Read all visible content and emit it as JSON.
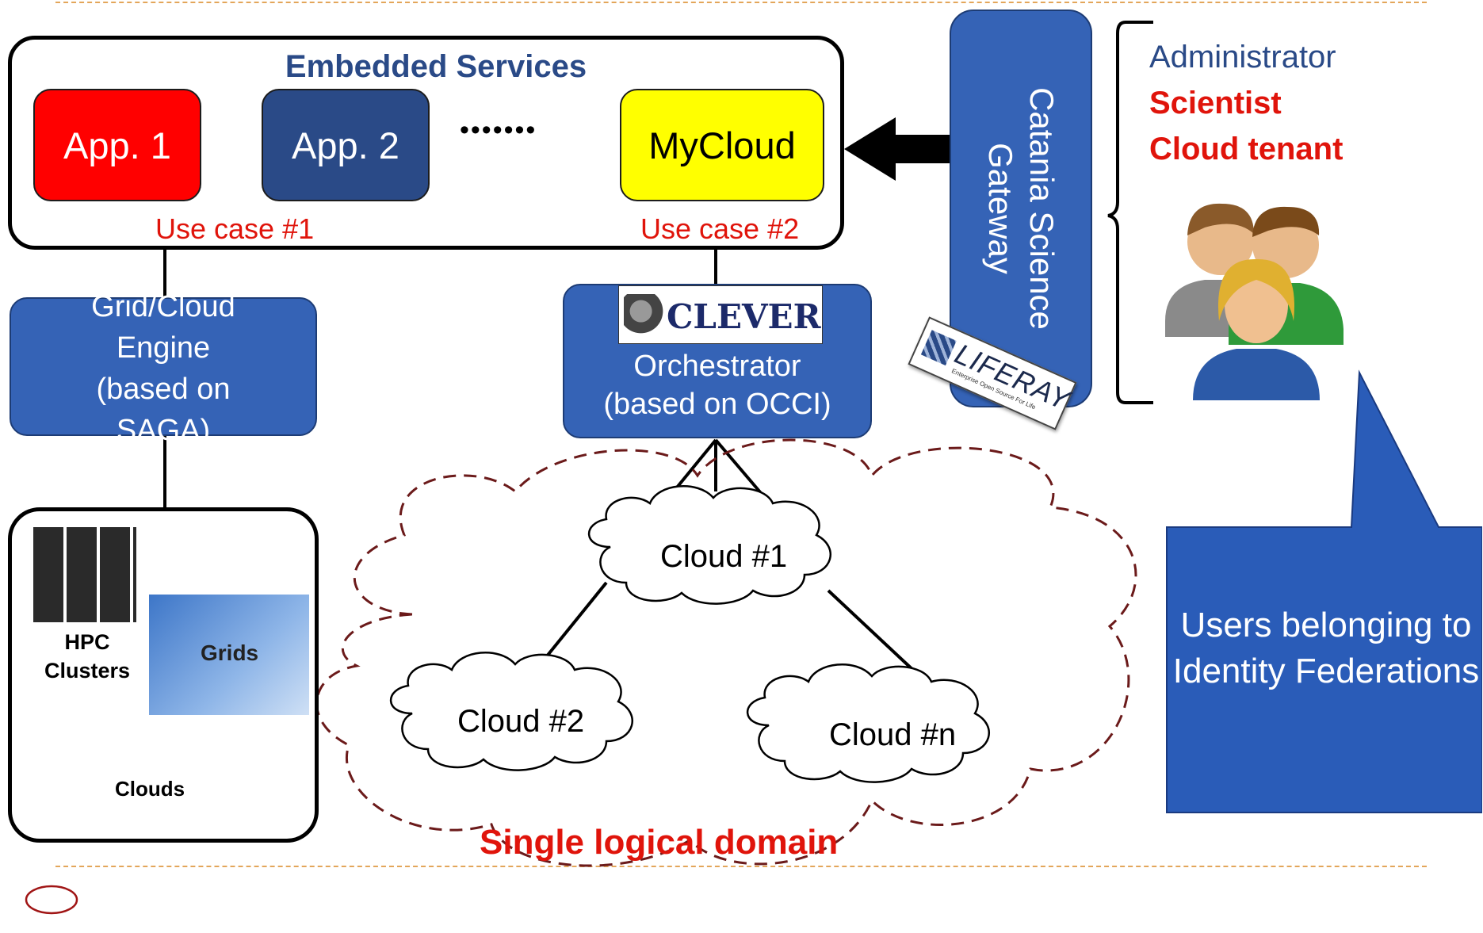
{
  "embedded": {
    "title": "Embedded Services",
    "apps": [
      "App. 1",
      "App. 2",
      "MyCloud"
    ],
    "ellipsis": "•••••••",
    "use_case_1": "Use case #1",
    "use_case_2": "Use case #2"
  },
  "gateway": {
    "line1": "Catania Science",
    "line2": "Gateway",
    "logo": "LIFERAY",
    "logo_tagline": "Enterprise Open Source For Life"
  },
  "roles": {
    "administrator": "Administrator",
    "scientist": "Scientist",
    "tenant": "Cloud tenant"
  },
  "callout": {
    "text": "Users belonging to Identity Federations"
  },
  "engine": {
    "lines": [
      "Grid/Cloud",
      "Engine",
      "(based on",
      "SAGA)"
    ]
  },
  "orchestrator": {
    "logo": "CLEVER",
    "line1": "Orchestrator",
    "line2": "(based on OCCI)"
  },
  "resources": {
    "hpc": "HPC\nClusters",
    "grids": "Grids",
    "clouds": "Clouds"
  },
  "clouds": {
    "c1": "Cloud #1",
    "c2": "Cloud #2",
    "cn": "Cloud #n"
  },
  "domain": {
    "label": "Single logical domain"
  },
  "colors": {
    "blue": "#3563b6",
    "red": "#e0140b",
    "navy": "#2a4a87",
    "yellow": "#ffff00"
  }
}
